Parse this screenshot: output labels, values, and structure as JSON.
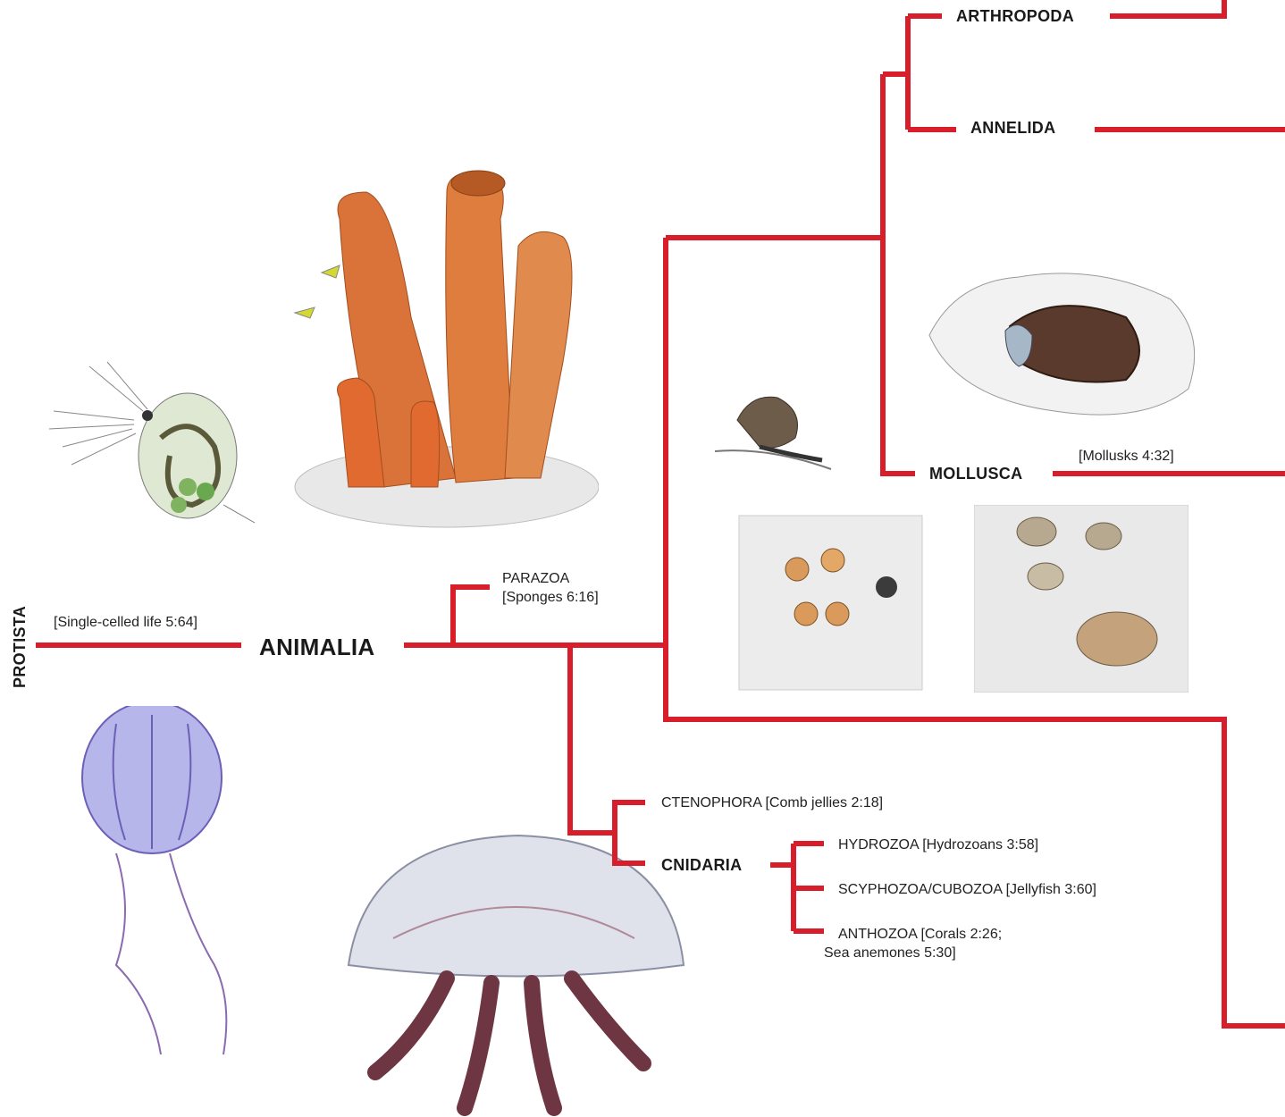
{
  "colors": {
    "line": "#d81e2b",
    "text": "#1a1a1a"
  },
  "nodes": {
    "protista": "PROTISTA",
    "protista_ref": "[Single-celled life 5:64]",
    "animalia": "ANIMALIA",
    "parazoa": "PARAZOA",
    "parazoa_ref": "[Sponges 6:16]",
    "ctenophora": "CTENOPHORA [Comb jellies 2:18]",
    "cnidaria": "CNIDARIA",
    "hydrozoa": "HYDROZOA [Hydrozoans 3:58]",
    "scyphozoa": "SCYPHOZOA/CUBOZOA [Jellyfish 3:60]",
    "anthozoa_1": "ANTHOZOA [Corals 2:26;",
    "anthozoa_2": "Sea anemones 5:30]",
    "arthropoda": "ARTHROPODA",
    "annelida": "ANNELIDA",
    "mollusca": "MOLLUSCA",
    "mollusca_ref": "[Mollusks 4:32]"
  },
  "illustrations": [
    "water-flea-illustration",
    "tube-sponge-illustration",
    "comb-jelly-illustration",
    "moon-jellyfish-illustration",
    "mussel-illustration",
    "pond-snail-illustration",
    "periwinkles-illustration",
    "whelks-illustration"
  ]
}
